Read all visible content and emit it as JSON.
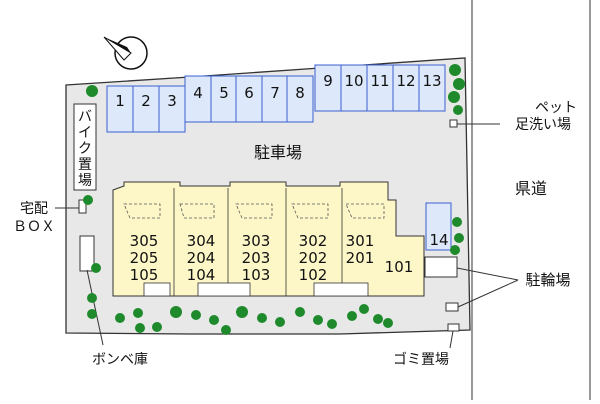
{
  "compass": {
    "icon": "north-arrow-icon"
  },
  "lot": {
    "label": "駐車場"
  },
  "road": {
    "label": "県道"
  },
  "bike_area": {
    "label": "バイク置場",
    "chars": [
      "バ",
      "イ",
      "ク",
      "置",
      "場"
    ]
  },
  "delivery_box": {
    "line1": "宅配",
    "line2": "ＢＯＸ"
  },
  "gas_storage": {
    "label": "ボンベ庫"
  },
  "pet_wash": {
    "line1": "ペット",
    "line2": "足洗い場"
  },
  "bicycle_parking": {
    "label": "駐輪場"
  },
  "garbage": {
    "label": "ゴミ置場"
  },
  "parking_spaces": [
    "1",
    "2",
    "3",
    "4",
    "5",
    "6",
    "7",
    "8",
    "9",
    "10",
    "11",
    "12",
    "13",
    "14"
  ],
  "rooms": [
    {
      "floors": [
        "305",
        "205",
        "105"
      ]
    },
    {
      "floors": [
        "304",
        "204",
        "104"
      ]
    },
    {
      "floors": [
        "303",
        "203",
        "103"
      ]
    },
    {
      "floors": [
        "302",
        "202",
        "102"
      ]
    },
    {
      "floors": [
        "301",
        "201"
      ]
    },
    {
      "floors": [
        "101"
      ]
    }
  ],
  "colors": {
    "parking_fill": "#dde9fb",
    "parking_stroke": "#3b5fd0",
    "building_fill": "#fdf7c8",
    "lot_fill": "#e9e9e9",
    "tree": "#1e8a2c"
  }
}
